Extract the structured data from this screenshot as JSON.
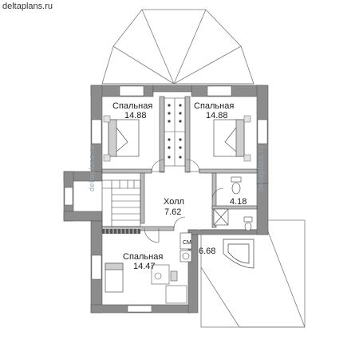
{
  "watermark": {
    "site": "deltaplans.ru",
    "vertical_left": "deltaplans.ru",
    "vertical_right": "deltaplans.ru"
  },
  "colors": {
    "wall": "#8c8c8c",
    "wall_dark": "#6e6e6e",
    "roof_line": "#7a7a7a",
    "line": "#333333",
    "furniture": "#777777",
    "watermark_vertical": "#9aa8b4"
  },
  "rooms": {
    "bedroom_nw": {
      "name": "Спальная",
      "area": "14.88"
    },
    "bedroom_ne": {
      "name": "Спальная",
      "area": "14.88"
    },
    "hall": {
      "name": "Холл",
      "area": "7.62"
    },
    "bathroom_small": {
      "area": "4.18"
    },
    "bathroom_large": {
      "area": "6.68"
    },
    "bedroom_sw": {
      "name": "Спальная",
      "area": "14.47"
    }
  },
  "fixtures": {
    "washer_label": "СМ"
  }
}
